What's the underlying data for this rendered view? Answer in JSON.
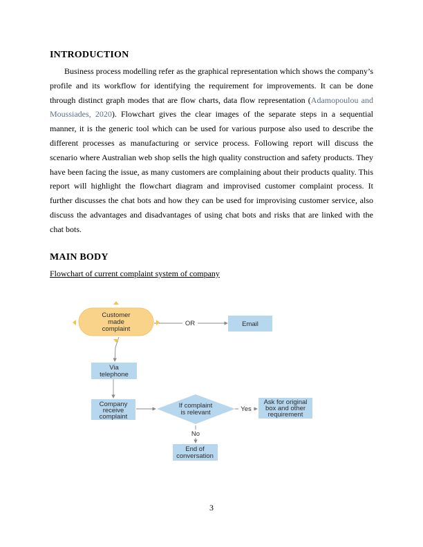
{
  "introduction": {
    "heading": "INTRODUCTION",
    "text_before_citation": "Business process modelling refer as the graphical representation which shows the company’s profile and its workflow for identifying the requirement for improvements. It can be done through distinct graph modes that are flow charts, data flow representation (",
    "citation": "Adamopoulou and Moussiades, 2020",
    "text_after_citation": "). Flowchart gives the clear images of the separate steps in a sequential manner, it is the generic tool which can be used for various purpose also used to describe the different processes as manufacturing or service process. Following report will discuss the scenario where Australian web shop sells the high quality construction and safety products. They have been facing the issue, as many customers are complaining about their products quality. This report will highlight the flowchart diagram and improvised customer complaint process. It further discusses the chat bots and how they can be used for improvising customer service, also discuss the advantages and disadvantages of using chat bots and risks that are linked with the chat bots."
  },
  "main_body": {
    "heading": "MAIN BODY",
    "flowchart_caption": "Flowchart of current complaint system of company"
  },
  "flowchart": {
    "colors": {
      "start_fill": "#f9d38a",
      "start_stroke": "#f3c46a",
      "box_fill": "#b7d7ee",
      "arrow": "#8a8a8a",
      "handle": "#f5c542"
    },
    "nodes": {
      "start": [
        "Customer",
        "made",
        "complaint"
      ],
      "email": [
        "Email"
      ],
      "telephone": [
        "Via",
        "telephone"
      ],
      "receive": [
        "Company",
        "receive",
        "complaint"
      ],
      "decision": [
        "If complaint",
        "is relevant"
      ],
      "ask": [
        "Ask for original",
        "box and other",
        "requirement"
      ],
      "end": [
        "End of",
        "conversation"
      ]
    },
    "edge_labels": {
      "or": "OR",
      "yes": "Yes",
      "no": "No"
    }
  },
  "page_number": "3"
}
